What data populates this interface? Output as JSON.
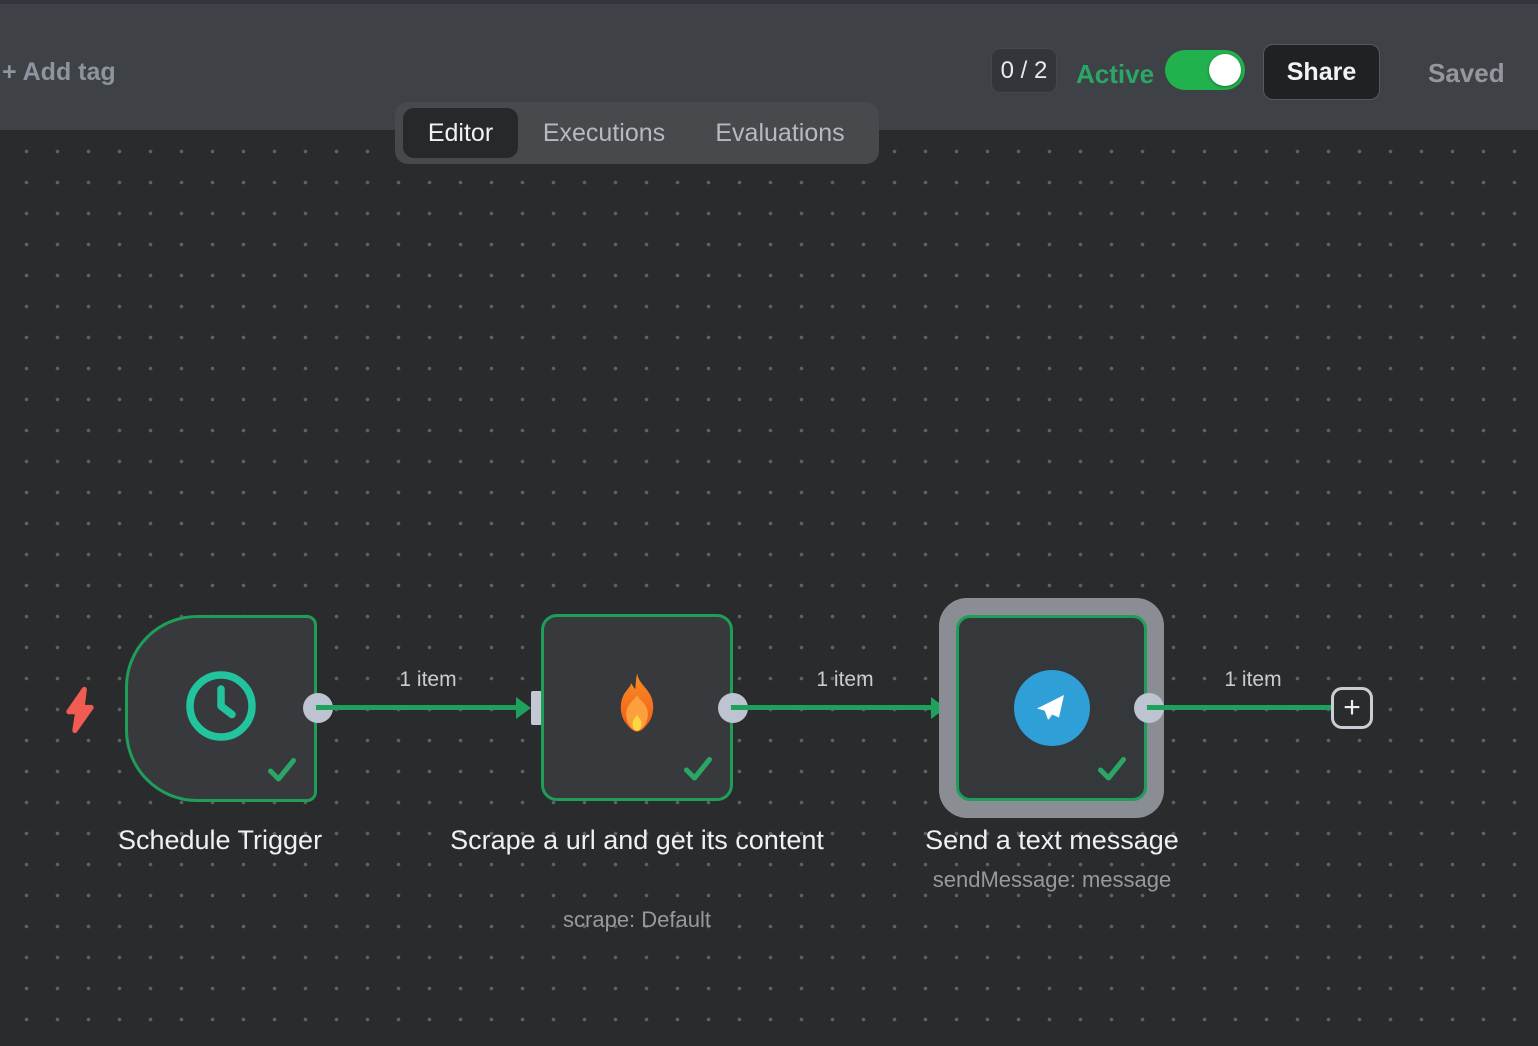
{
  "header": {
    "add_tag": "+ Add tag",
    "execution_counter": "0 / 2",
    "active_label": "Active",
    "active_state": "on",
    "share_label": "Share",
    "save_status": "Saved"
  },
  "tabs": {
    "editor": "Editor",
    "executions": "Executions",
    "evaluations": "Evaluations",
    "active_tab": "Editor"
  },
  "workflow": {
    "nodes": [
      {
        "title": "Schedule Trigger",
        "icon": "clock-icon",
        "kind": "trigger",
        "status": "success"
      },
      {
        "title": "Scrape a url and get its content",
        "subtitle": "scrape: Default",
        "icon": "fire-icon",
        "status": "success"
      },
      {
        "title": "Send a text message",
        "subtitle": "sendMessage: message",
        "icon": "telegram-icon",
        "status": "success",
        "selected": true
      }
    ],
    "connections": [
      {
        "label": "1 item"
      },
      {
        "label": "1 item"
      },
      {
        "label": "1 item"
      }
    ],
    "add_node_glyph": "+"
  },
  "colors": {
    "node_border_green": "#1e9e58",
    "connection_green": "#1da15c",
    "toggle_green": "#22b24d",
    "active_text_green": "#2aa765",
    "clock_teal": "#21c49c",
    "telegram_blue": "#2f9fd8",
    "bolt_red": "#f05c51",
    "selection_halo_gray": "#8a8e94",
    "header_bg": "#3e4145",
    "canvas_bg": "#2a2b2d"
  }
}
